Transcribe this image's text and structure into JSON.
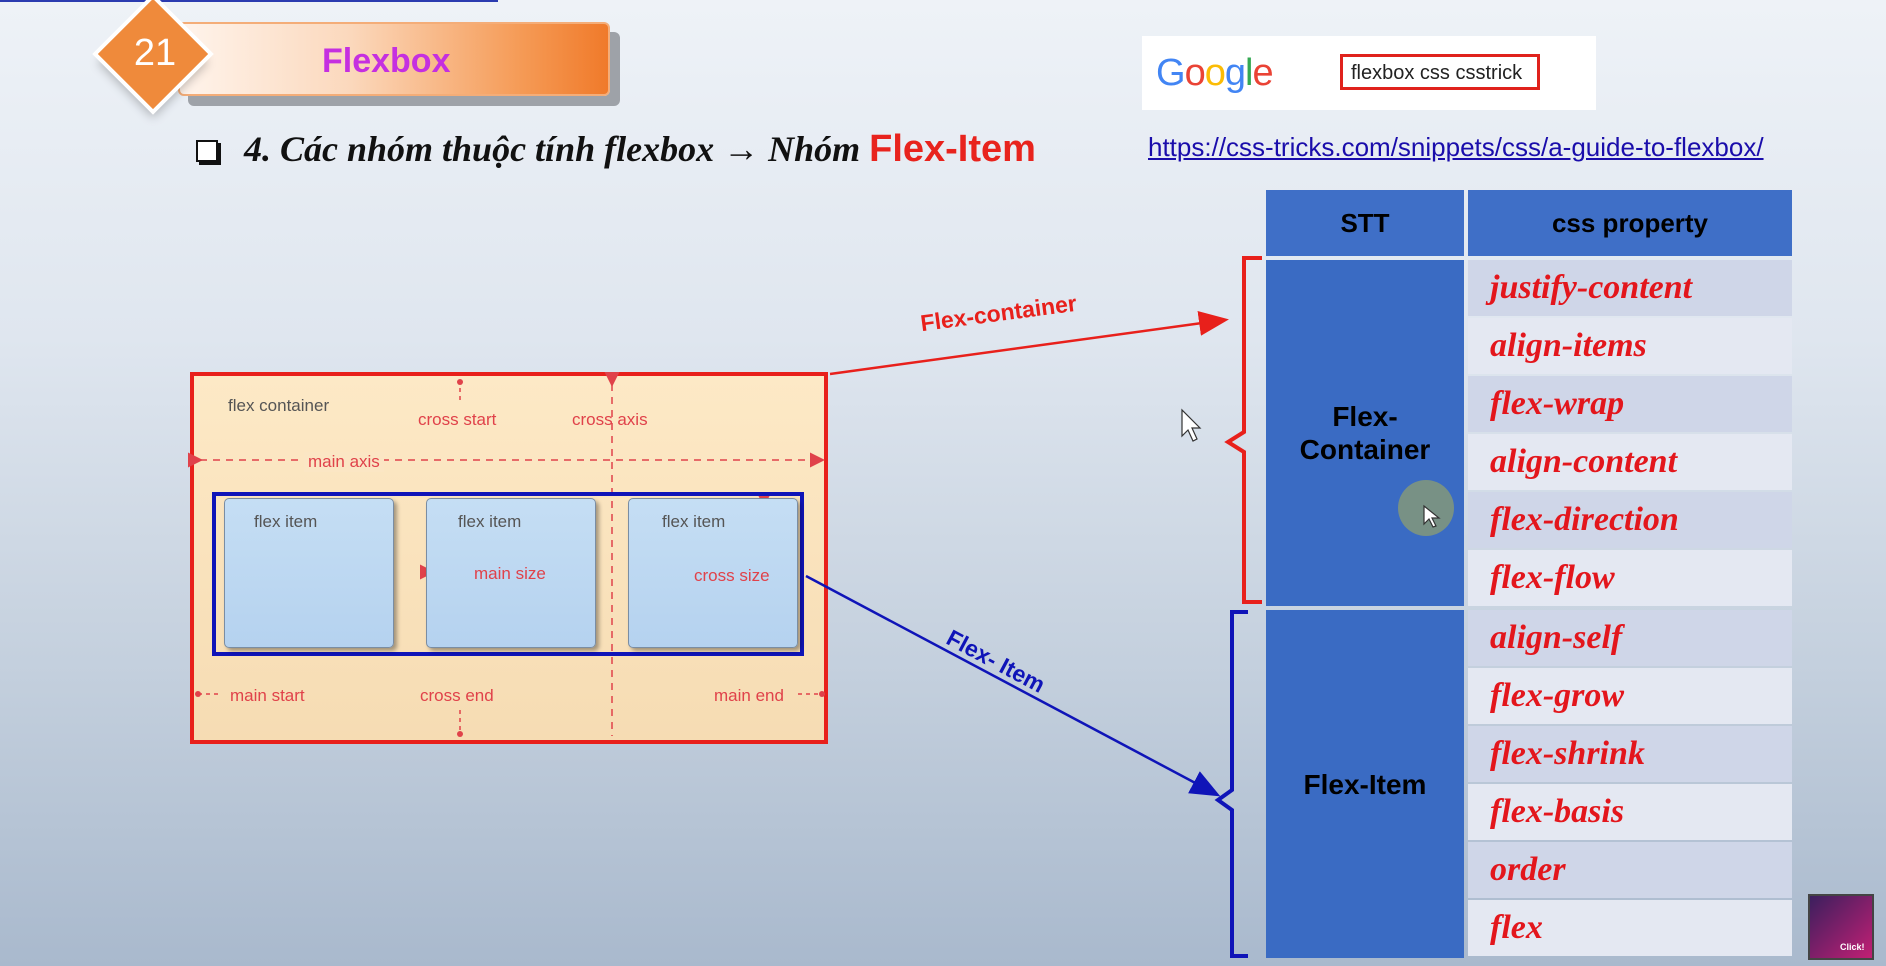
{
  "slide": {
    "number": "21",
    "title": "Flexbox",
    "heading_prefix": "4. Các nhóm thuộc tính flexbox",
    "heading_arrow": "→",
    "heading_group": "Nhóm",
    "heading_accent": "Flex-Item"
  },
  "google": {
    "logo_letters": [
      "G",
      "o",
      "o",
      "g",
      "l",
      "e"
    ],
    "logo_colors": [
      "#4285F4",
      "#EA4335",
      "#FBBC05",
      "#4285F4",
      "#34A853",
      "#EA4335"
    ],
    "search_value": "flexbox css csstrick",
    "url": "https://css-tricks.com/snippets/css/a-guide-to-flexbox/"
  },
  "diagram": {
    "container_label": "flex container",
    "cross_start": "cross start",
    "cross_axis": "cross axis",
    "main_axis": "main axis",
    "items": [
      "flex item",
      "flex item",
      "flex item"
    ],
    "main_size": "main size",
    "cross_size": "cross size",
    "main_start": "main start",
    "cross_end": "cross end",
    "main_end": "main end"
  },
  "arrows": {
    "container": "Flex-container",
    "item": "Flex- Item"
  },
  "table": {
    "headers": [
      "STT",
      "css property"
    ],
    "groups": [
      {
        "name": "Flex-\nContainer",
        "properties": [
          "justify-content",
          "align-items",
          "flex-wrap",
          "align-content",
          "flex-direction",
          "flex-flow"
        ]
      },
      {
        "name": "Flex-Item",
        "properties": [
          "align-self",
          "flex-grow",
          "flex-shrink",
          "flex-basis",
          "order",
          "flex"
        ]
      }
    ]
  },
  "avatar": {
    "label": "Click!"
  },
  "colors": {
    "accent_red": "#e8231d",
    "accent_blue": "#0f14b8",
    "title_purple": "#c52fe0",
    "badge_orange": "#ef8a3b",
    "table_blue": "#3f6fc7"
  }
}
